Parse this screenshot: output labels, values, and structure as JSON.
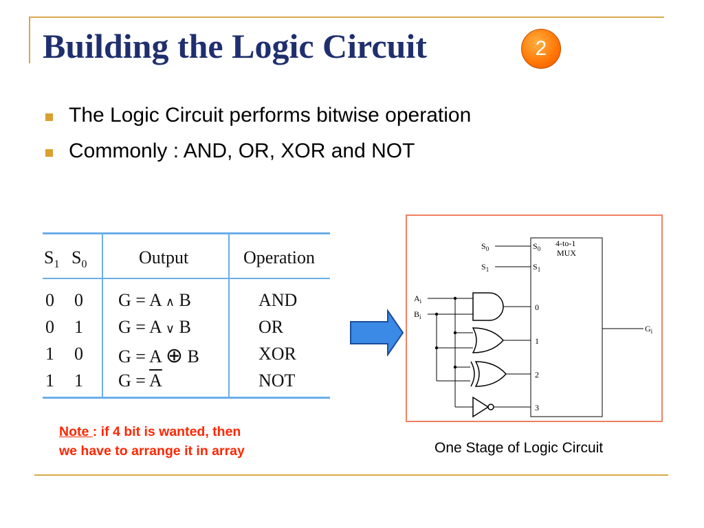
{
  "slide": {
    "title": "Building the Logic Circuit",
    "badge": "2"
  },
  "bullets": [
    "The Logic Circuit performs bitwise operation",
    "Commonly : AND, OR, XOR and NOT"
  ],
  "table": {
    "headers": {
      "s1": "S",
      "s1_sub": "1",
      "s0": "S",
      "s0_sub": "0",
      "output": "Output",
      "operation": "Operation"
    },
    "rows": [
      {
        "s1": "0",
        "s0": "0",
        "output_prefix": "G = A",
        "op_symbol": "∧",
        "output_suffix": "B",
        "operation": "AND"
      },
      {
        "s1": "0",
        "s0": "1",
        "output_prefix": "G = A",
        "op_symbol": "∨",
        "output_suffix": "B",
        "operation": "OR"
      },
      {
        "s1": "1",
        "s0": "0",
        "output_prefix": "G = A",
        "op_symbol": "⊕",
        "output_suffix": "B",
        "operation": "XOR"
      },
      {
        "s1": "1",
        "s0": "1",
        "output_prefix": "G = ",
        "op_symbol": "",
        "output_suffix": "A",
        "operation": "NOT"
      }
    ]
  },
  "diagram": {
    "inputs": {
      "s0": "S",
      "s0_sub": "0",
      "s1": "S",
      "s1_sub": "1",
      "a": "A",
      "a_sub": "i",
      "b": "B",
      "b_sub": "i"
    },
    "mux": {
      "sel0": "S",
      "sel0_sub": "0",
      "sel1": "S",
      "sel1_sub": "1",
      "label_line1": "4-to-1",
      "label_line2": "MUX",
      "in0": "0",
      "in1": "1",
      "in2": "2",
      "in3": "3"
    },
    "output": {
      "label": "G",
      "label_sub": "i"
    },
    "colors": {
      "border": "#f08060",
      "wire": "#000000"
    }
  },
  "note": {
    "label": "Note ",
    "line1_rest": ": if 4 bit is wanted, then",
    "line2": "we have to arrange it in array"
  },
  "caption": "One Stage of Logic Circuit",
  "colors": {
    "title": "#1f2f6e",
    "accent_line": "#d9a84a",
    "bullet": "#d9a030",
    "table_lines": "#6aaee8",
    "badge": "#ff7000",
    "arrow_fill": "#3a8ae6",
    "note": "#ff2600"
  }
}
